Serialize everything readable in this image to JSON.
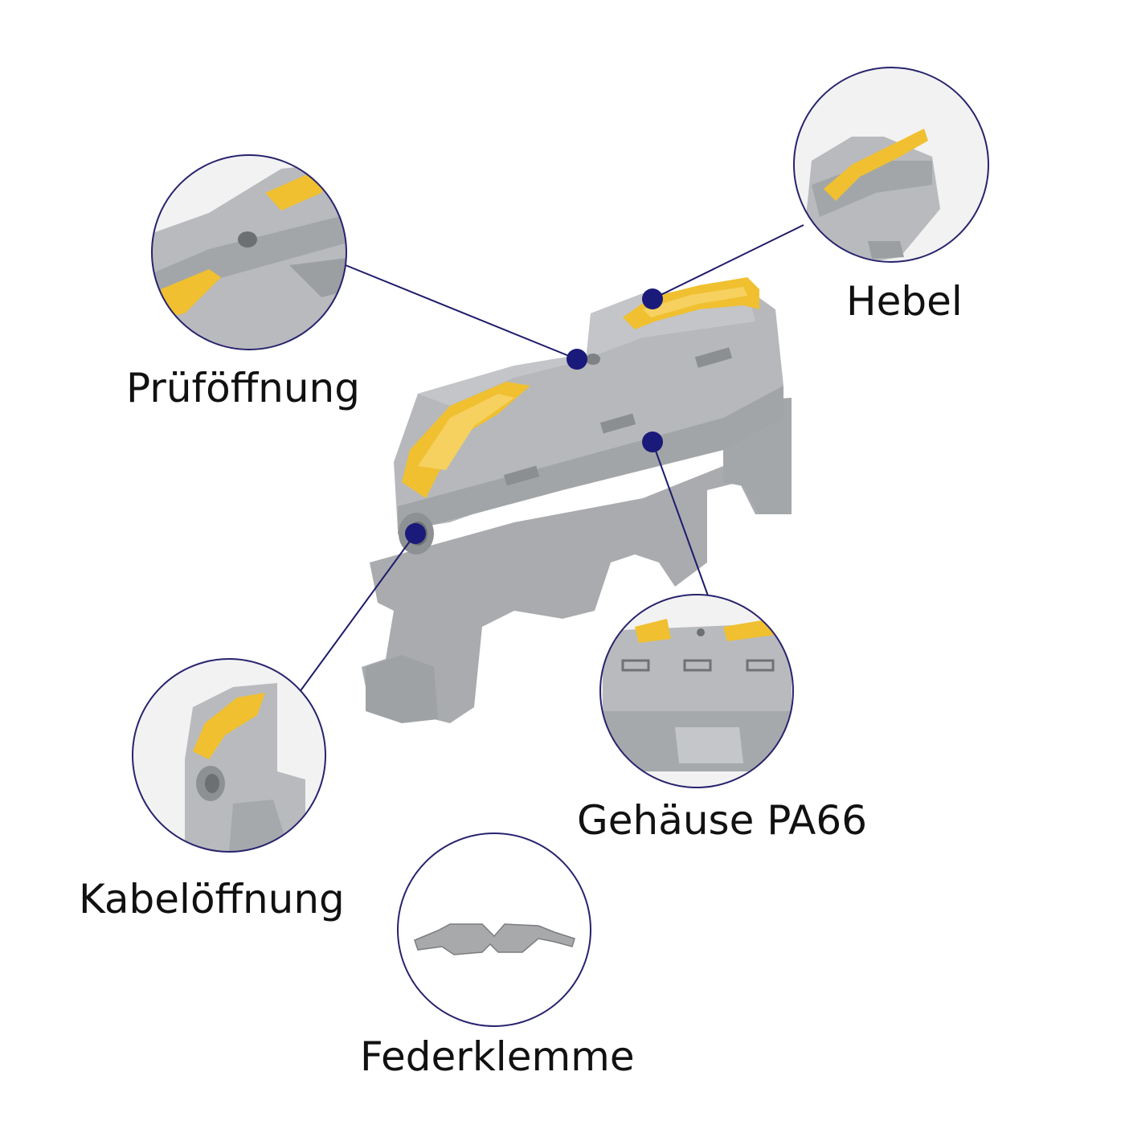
{
  "colors": {
    "callout_line": "#1d1a6b",
    "callout_dot": "#1a1a7a",
    "circle_border": "#27236e",
    "housing_gray": "#b5b7ba",
    "lever_yellow": "#f1c232",
    "background": "#ffffff"
  },
  "callouts": {
    "prueffnung": {
      "label": "Prüföffnung"
    },
    "hebel": {
      "label": "Hebel"
    },
    "gehaeuse": {
      "label": "Gehäuse PA66"
    },
    "kabel": {
      "label": "Kabelöffnung"
    },
    "feder": {
      "label": "Federklemme"
    }
  }
}
